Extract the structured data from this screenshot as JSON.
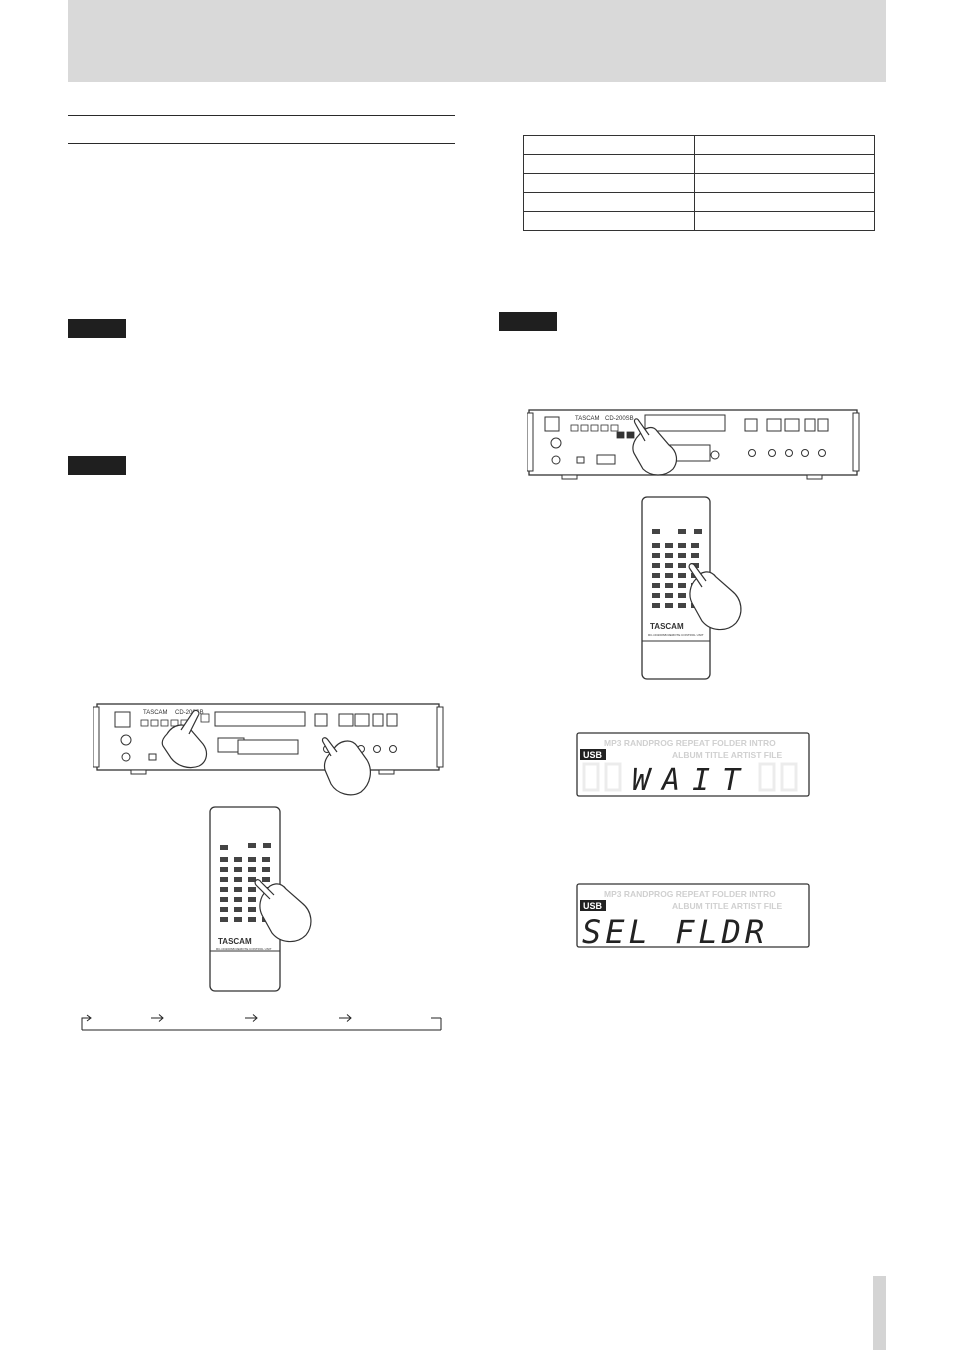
{
  "brand": "TASCAM",
  "model": "CD-200SB",
  "remote_label": "RC-CD200SB REMOTE CONTROL UNIT",
  "lcd_usb_badge": "USB",
  "lcd_indicators": "MP3  RANDPROG  REPEAT  FOLDER  INTRO",
  "lcd_indicators_row2": "ALBUM TITLE ARTIST FILE",
  "lcd_wait_text": "WAIT",
  "lcd_sel_fldr_text": "SEL FLDR",
  "table_rows": 5,
  "colors": {
    "header_band": "#d9d9d9",
    "tag": "#1f1f1f",
    "lcd_bg": "#ffffff",
    "lcd_segment": "#222222"
  }
}
